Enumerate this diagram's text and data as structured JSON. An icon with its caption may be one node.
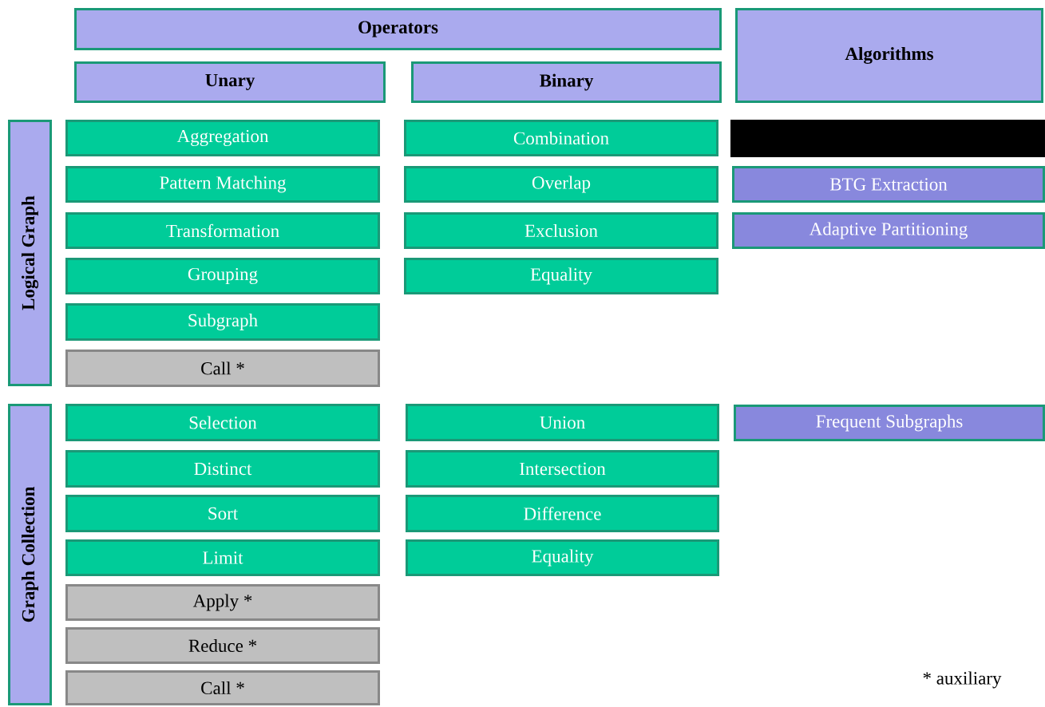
{
  "diagram": {
    "nodes": [
      {
        "text": [
          "Operators"
        ]
      },
      {
        "text": [
          "Unary"
        ]
      },
      {
        "text": [
          "Binary"
        ]
      },
      {
        "text": [
          "Algorithms"
        ]
      },
      {
        "text": [
          "Logical Graph"
        ]
      },
      {
        "text": [
          "Aggregation"
        ]
      },
      {
        "text": [
          "Pattern Matching"
        ]
      },
      {
        "text": [
          "Transformation"
        ]
      },
      {
        "text": [
          "Grouping"
        ]
      },
      {
        "text": [
          "Subgraph"
        ]
      },
      {
        "text": [
          "Call *"
        ]
      },
      {
        "text": [
          "Combination"
        ]
      },
      {
        "text": [
          "Overlap"
        ]
      },
      {
        "text": [
          "Exclusion"
        ]
      },
      {
        "text": [
          "Equality"
        ]
      },
      {
        "text": [],
        "shape": "box"
      },
      {
        "text": [
          "BTG Extraction"
        ]
      },
      {
        "text": [
          "Adaptive Partitioning"
        ]
      },
      {
        "text": [
          "Graph Collection"
        ]
      },
      {
        "text": [
          "Selection"
        ]
      },
      {
        "text": [
          "Distinct"
        ]
      },
      {
        "text": [
          "Sort"
        ]
      },
      {
        "text": [
          "Limit"
        ]
      },
      {
        "text": [
          "Apply *"
        ]
      },
      {
        "text": [
          "Reduce *"
        ]
      },
      {
        "text": [
          "Call *"
        ]
      },
      {
        "text": [
          "Union"
        ]
      },
      {
        "text": [
          "Intersection"
        ]
      },
      {
        "text": [
          "Difference"
        ]
      },
      {
        "text": [
          "Equality"
        ]
      },
      {
        "text": [
          "Frequent Subgraphs"
        ]
      }
    ],
    "labels": [
      "* auxiliary"
    ]
  }
}
